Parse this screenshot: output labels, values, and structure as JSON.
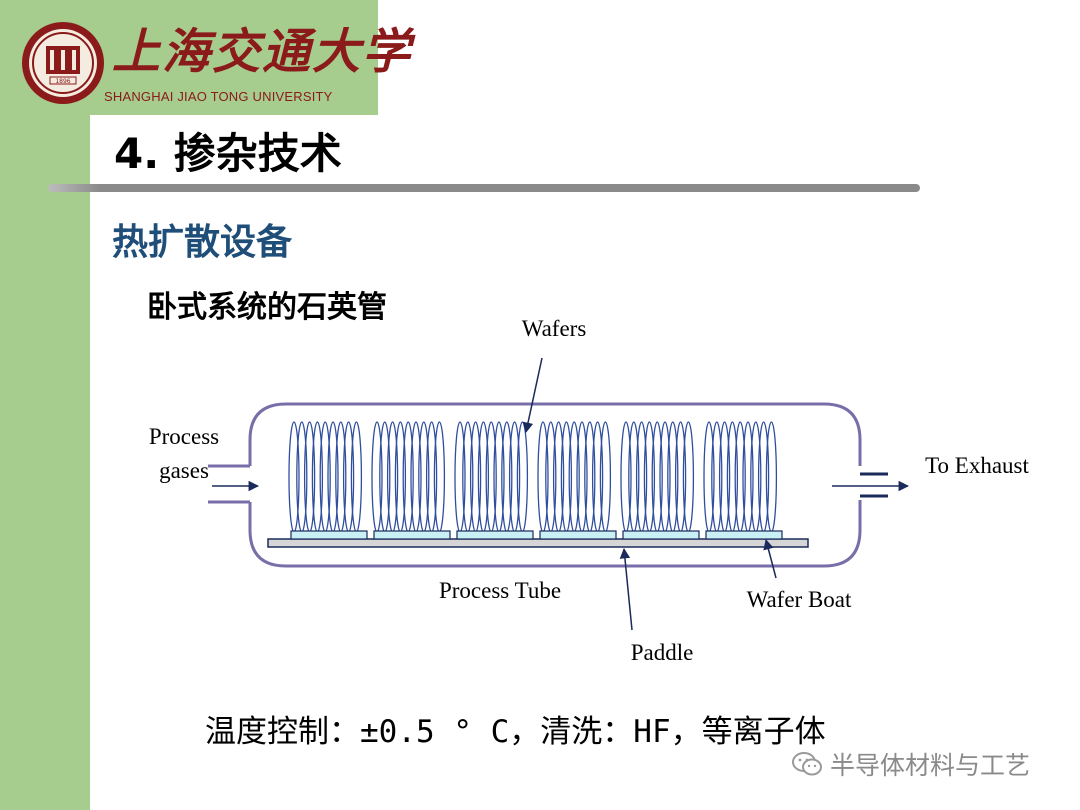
{
  "header": {
    "university_cn": "上海交通大学",
    "university_en": "SHANGHAI JIAO TONG UNIVERSITY",
    "logo_year": "1896"
  },
  "slide": {
    "title": "4. 掺杂技术",
    "subtitle": "热扩散设备",
    "heading": "卧式系统的石英管"
  },
  "diagram": {
    "labels": {
      "wafers": "Wafers",
      "process_gases_line1": "Process",
      "process_gases_line2": "gases",
      "to_exhaust": "To Exhaust",
      "process_tube": "Process Tube",
      "wafer_boat": "Wafer Boat",
      "paddle": "Paddle"
    },
    "wafer_groups": 6,
    "wafers_per_group": 9
  },
  "footer": {
    "text": "温度控制：±0.5 ° C，清洗：HF，等离子体"
  },
  "watermark": {
    "text": "半导体材料与工艺"
  },
  "colors": {
    "side_bar": "#a6cc8e",
    "title_blue": "#1f4e79",
    "tube_outline": "#7a6ea8",
    "wafer_blue": "#2f4f9e",
    "boat_fill": "#c8f0f5",
    "logo_red": "#8b1a1a"
  }
}
